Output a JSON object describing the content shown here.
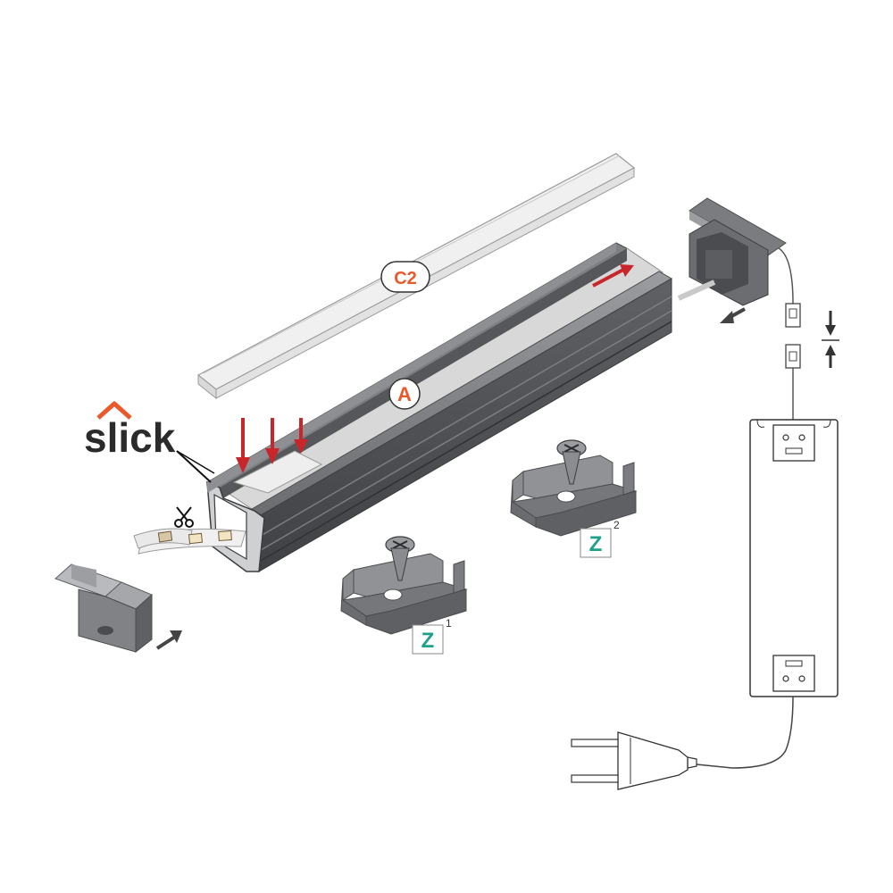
{
  "labels": {
    "cover": "C2",
    "profile": "A",
    "clip1": "Z",
    "clip1_index": "1",
    "clip2": "Z",
    "clip2_index": "2"
  },
  "logo": {
    "text": "slick"
  },
  "colors": {
    "accent_orange": "#e8592b",
    "arrow_red": "#c8262b",
    "clip_green": "#1fa08a",
    "aluminium_dark": "#6b6d70",
    "aluminium_mid": "#8a8c8f",
    "cover_white": "#f4f4f4"
  },
  "icons": [
    "scissors-icon",
    "insert-arrow-icon",
    "press-arrow-icon",
    "slide-arrow-icon",
    "screw-icon",
    "plug-icon",
    "power-supply-icon"
  ]
}
